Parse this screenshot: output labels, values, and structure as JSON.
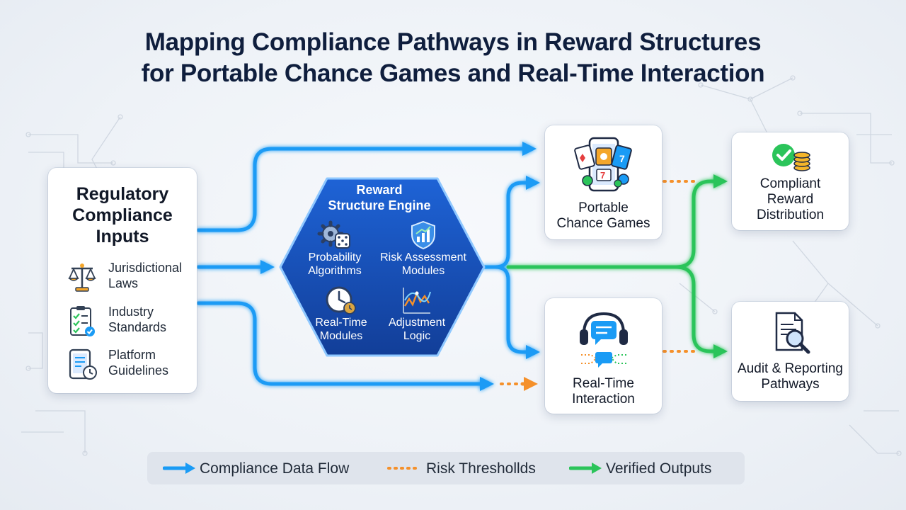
{
  "title": {
    "line1": "Mapping Compliance Pathways in Reward Structures",
    "line2": "for Portable Chance Games and Real-Time Interaction"
  },
  "inputs": {
    "title_lines": [
      "Regulatory",
      "Compliance",
      "Inputs"
    ],
    "items": [
      {
        "icon": "scales-icon",
        "lines": [
          "Jurisdictional",
          "Laws"
        ]
      },
      {
        "icon": "checklist-icon",
        "lines": [
          "Industry",
          "Standards"
        ]
      },
      {
        "icon": "tablet-clock-icon",
        "lines": [
          "Platform",
          "Guidelines"
        ]
      }
    ]
  },
  "engine": {
    "title_lines": [
      "Reward",
      "Structure Engine"
    ],
    "modules": [
      {
        "icon": "gear-dice-icon",
        "lines": [
          "Probability",
          "Algorithms"
        ]
      },
      {
        "icon": "shield-chart-icon",
        "lines": [
          "Risk Assessment",
          "Modules"
        ]
      },
      {
        "icon": "clock-icon",
        "lines": [
          "Real-Time",
          "Modules"
        ]
      },
      {
        "icon": "adjustment-chart-icon",
        "lines": [
          "Adjustment",
          "Logic"
        ]
      }
    ]
  },
  "nodes": {
    "portable": {
      "icon": "phone-games-icon",
      "lines": [
        "Portable",
        "Chance Games"
      ]
    },
    "realtime": {
      "icon": "headset-chat-icon",
      "lines": [
        "Real-Time",
        "Interaction"
      ]
    },
    "compliant": {
      "icon": "check-coins-icon",
      "lines": [
        "Compliant",
        "Reward",
        "Distribution"
      ]
    },
    "audit": {
      "icon": "document-search-icon",
      "lines": [
        "Audit & Reporting",
        "Pathways"
      ]
    }
  },
  "legend": [
    {
      "style": "solid-blue",
      "label": "Compliance Data Flow"
    },
    {
      "style": "dotted-orange",
      "label": "Risk Threshollds"
    },
    {
      "style": "solid-green",
      "label": "Verified Outputs"
    }
  ],
  "colors": {
    "compliance_flow": "#1a9bf5",
    "risk_threshold": "#f5902a",
    "verified_output": "#2bc45a",
    "engine_fill": "#1a4fb5",
    "title": "#0f1e3d"
  }
}
